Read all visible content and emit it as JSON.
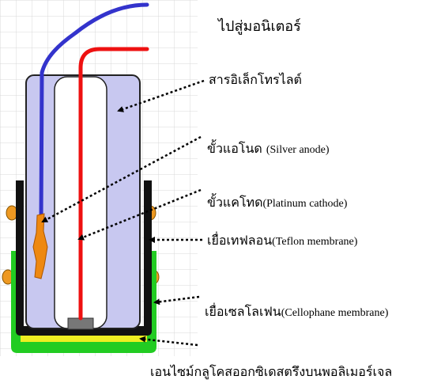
{
  "labels": {
    "to_analyzer": "ไปสู่มอนิเตอร์",
    "electrolyte": "สารอิเล็กโทรไลต์",
    "anode_th": "ขั้วแอโนด",
    "anode_en": "(Silver anode)",
    "cathode_th": "ขั้วแคโทด",
    "cathode_en": "(Platinum cathode)",
    "teflon_th": "เยื่อเทฟลอน",
    "teflon_en": "(Teflon membrane)",
    "cellophane_th": "เยื่อเซลโลเฟน",
    "cellophane_en": "(Cellophane membrane)",
    "enzyme_layer": "เอนไซม์กลูโคสออกซิเดสตรึงบนพอลิเมอร์เจล"
  },
  "colors": {
    "electrolyte_fill": "#c8c8f0",
    "anode_wire": "#3333cc",
    "cathode_wire": "#ee1111",
    "anode_metal": "#ee8811",
    "teflon": "#111111",
    "cellophane": "#22cc22",
    "enzyme_layer": "#eeee22",
    "side_bumps": "#ee9922",
    "grid": "#d8d8d8"
  }
}
